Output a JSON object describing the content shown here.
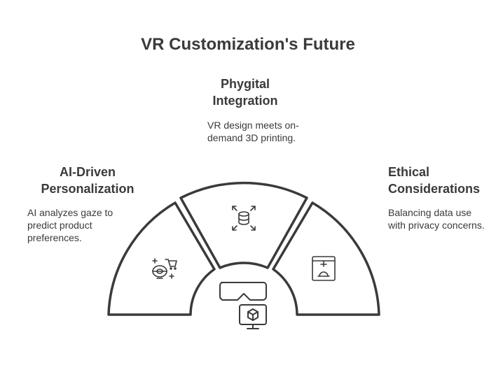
{
  "title": "VR Customization's Future",
  "sections": {
    "ai": {
      "title": "AI-Driven Personalization",
      "description": "AI analyzes gaze to predict product preferences.",
      "icon": "ai-gaze-cart-icon"
    },
    "phygital": {
      "title": "Phygital Integration",
      "description": "VR design meets on-demand 3D printing.",
      "icon": "database-expand-icon"
    },
    "ethical": {
      "title": "Ethical Considerations",
      "description": "Balancing data use with privacy concerns.",
      "icon": "3d-printer-icon"
    }
  },
  "center_icons": [
    "vr-headset-icon",
    "monitor-cube-icon"
  ],
  "colors": {
    "stroke": "#3a3a3a",
    "fill": "#ffffff",
    "text": "#3a3a3a"
  }
}
